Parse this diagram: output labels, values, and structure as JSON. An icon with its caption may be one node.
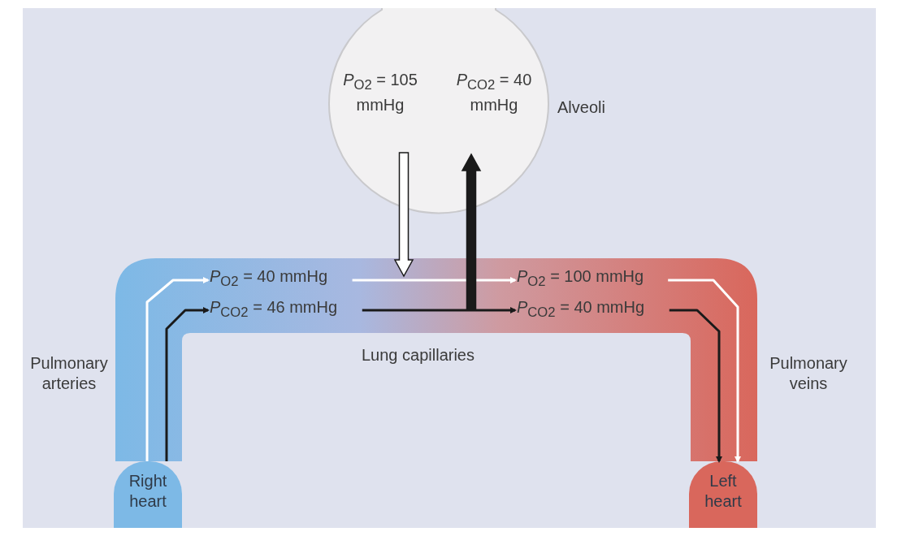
{
  "diagram": {
    "nodes": [
      {
        "text": [
          "*P*$_{O2}$ = 105 mmHg",
          "*P*$_{CO2}$ = 40 mmHg"
        ],
        "beside": [
          "Alveoli"
        ]
      },
      {
        "text": [
          "Right heart"
        ]
      },
      {
        "text": [
          "Left heart"
        ]
      },
      {
        "text": [],
        "shape": "box",
        "beside": [
          "Pulmonary arteries",
          "Lung capillaries",
          "Pulmonary veins"
        ]
      },
      {
        "text": [
          "*P*$_{O2}$ = 40 mmHg"
        ],
        "in": 3
      },
      {
        "text": [
          "*P*$_{CO2}$ = 46 mmHg"
        ],
        "in": 3
      },
      {
        "text": [
          "*P*$_{O2}$ = 100 mmHg"
        ],
        "in": 3
      },
      {
        "text": [
          "*P*$_{CO2}$ = 40 mmHg"
        ],
        "in": 3
      }
    ],
    "edges": [
      {
        "from": 1,
        "to": 4,
        "arrow": "to",
        "color": "#ffffff"
      },
      {
        "from": 4,
        "to": 6,
        "arrow": "to",
        "color": "#ffffff"
      },
      {
        "from": 6,
        "to": 2,
        "arrow": "to",
        "color": "#ffffff"
      },
      {
        "from": 1,
        "to": 5,
        "arrow": "to",
        "color": "#1a1a1a"
      },
      {
        "from": 5,
        "to": 7,
        "arrow": "to",
        "color": "#1a1a1a"
      },
      {
        "from": 7,
        "to": 2,
        "arrow": "to",
        "color": "#1a1a1a"
      },
      {
        "from": 0,
        "to": 3,
        "arrow": "to",
        "style": "thick",
        "color": "#ffffff"
      },
      {
        "from": 3,
        "to": 0,
        "arrow": "to",
        "style": "thick",
        "color": "#1a1a1a"
      }
    ]
  }
}
